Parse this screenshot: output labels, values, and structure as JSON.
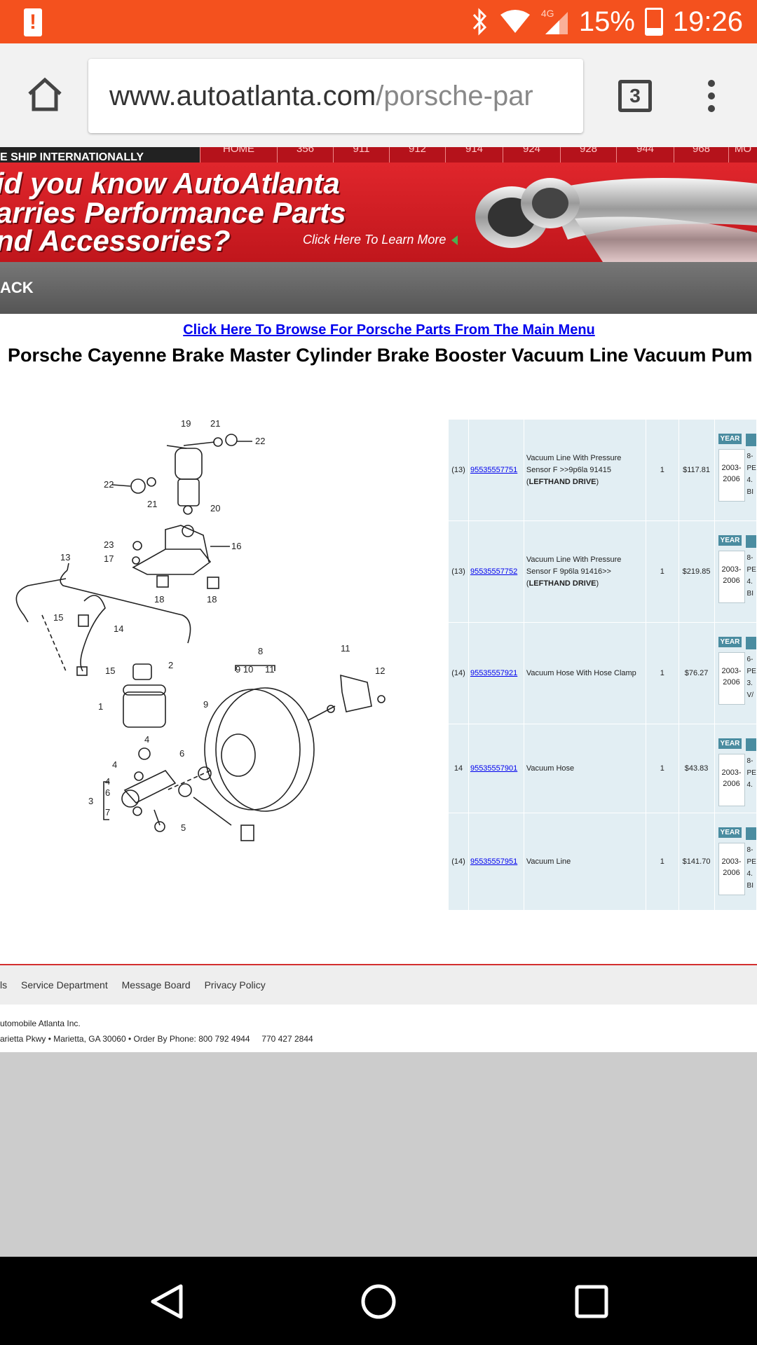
{
  "status_bar": {
    "network_label": "4G",
    "battery": "15%",
    "time": "19:26",
    "alert_glyph": "!"
  },
  "browser": {
    "url_host": "www.autoatlanta.com",
    "url_path": "/porsche-par",
    "tab_count": "3"
  },
  "site": {
    "ship_banner": "E SHIP INTERNATIONALLY",
    "nav": [
      "HOME",
      "356",
      "911",
      "912",
      "914",
      "924",
      "928",
      "944",
      "968",
      "MO"
    ],
    "banner_lines": [
      "id you know AutoAtlanta",
      "arries Performance Parts",
      "nd Accessories?"
    ],
    "banner_cta": "Click Here To Learn More",
    "back_label": "ACK",
    "browse_link": "Click Here To Browse For Porsche Parts From The Main Menu",
    "page_title": "Porsche Cayenne Brake Master Cylinder Brake Booster Vacuum Line Vacuum Pum"
  },
  "diagram_labels": [
    "19",
    "21",
    "22",
    "22",
    "21",
    "20",
    "23",
    "16",
    "17",
    "13",
    "18",
    "18",
    "15",
    "14",
    "15",
    "2",
    "8",
    "9 10",
    "11",
    "11",
    "12",
    "1",
    "9",
    "4",
    "6",
    "4",
    "4",
    "6",
    "3",
    "7",
    "5",
    "10"
  ],
  "parts": {
    "year_header": "YEAR",
    "rows": [
      {
        "ref": "(13)",
        "part_no": "95535557751",
        "desc": "Vacuum Line With Pressure Sensor F >>9p6la 91415",
        "desc_bold": "LEFTHAND DRIVE",
        "qty": "1",
        "price": "$117.81",
        "year": "2003-2006",
        "desc_col": [
          "8-",
          "PE",
          "4.",
          "BI"
        ]
      },
      {
        "ref": "(13)",
        "part_no": "95535557752",
        "desc": "Vacuum Line With Pressure Sensor F 9p6la 91416>>",
        "desc_bold": "LEFTHAND DRIVE",
        "qty": "1",
        "price": "$219.85",
        "year": "2003-2006",
        "desc_col": [
          "8-",
          "PE",
          "4.",
          "BI"
        ]
      },
      {
        "ref": "(14)",
        "part_no": "95535557921",
        "desc": "Vacuum Hose With Hose Clamp",
        "desc_bold": "",
        "qty": "1",
        "price": "$76.27",
        "year": "2003-2006",
        "desc_col": [
          "6-",
          "PE",
          "3.",
          "V/"
        ]
      },
      {
        "ref": "14",
        "part_no": "95535557901",
        "desc": "Vacuum Hose",
        "desc_bold": "",
        "qty": "1",
        "price": "$43.83",
        "year": "2003-2006",
        "desc_col": [
          "8-",
          "PE",
          "4."
        ]
      },
      {
        "ref": "(14)",
        "part_no": "95535557951",
        "desc": "Vacuum Line",
        "desc_bold": "",
        "qty": "1",
        "price": "$141.70",
        "year": "2003-2006",
        "desc_col": [
          "8-",
          "PE",
          "4.",
          "BI"
        ]
      }
    ]
  },
  "footer": {
    "links": [
      "ls",
      "Service Department",
      "Message Board",
      "Privacy Policy"
    ],
    "company": "utomobile Atlanta Inc.",
    "address": "arietta Pkwy • Marietta, GA 30060 • Order By Phone: 800 792 4944",
    "phone2": "770 427 2844"
  }
}
